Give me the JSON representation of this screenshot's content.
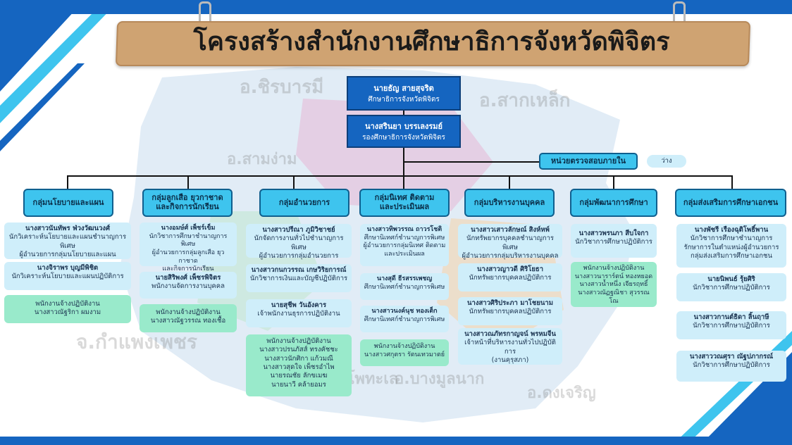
{
  "colors": {
    "navy": "#1565c0",
    "group": "#3ec4ee",
    "card": "#cfeefa",
    "staff": "#99eacb",
    "banner": "#cfa372"
  },
  "title": "โครงสร้างสำนักงานศึกษาธิการจังหวัดพิจิตร",
  "watermarks": [
    "อ.ชิรบารมี",
    "อ.สากเหล็ก",
    "อ.สามง่าม",
    "อ.โพทะเล",
    "อ.บางมูลนาก",
    "อ.ดงเจริญ",
    "จ.กำแพงเพชร"
  ],
  "director": {
    "name": "นายธัญ สายสุจริต",
    "title": "ศึกษาธิการจังหวัดพิจิตร"
  },
  "deputy": {
    "name": "นางสรินยา บรรเลงรมย์",
    "title": "รองศึกษาธิการจังหวัดพิจิตร"
  },
  "audit": {
    "label": "หน่วยตรวจสอบภายใน",
    "status": "ว่าง"
  },
  "groups": [
    {
      "name": "กลุ่มนโยบายและแผน",
      "cards": [
        {
          "name": "นางสาวนันทัพร ฟ่วงวัฒนวงศ์",
          "lines": [
            "นักวิเคราะห์นโยบายและแผนชำนาญการพิเศษ",
            "ผู้อำนวยการกลุ่มนโยบายและแผน"
          ]
        },
        {
          "name": "นางจิราพร บุญมีพิชิต",
          "lines": [
            "นักวิเคราะห์นโยบายและแผนปฏิบัติการ"
          ]
        }
      ],
      "staff": [
        "พนักงานจ้างปฏิบัติงาน",
        "นางสาวณัฐริกา ผมงาม"
      ]
    },
    {
      "name": "กลุ่มลูกเสือ ยุวกาชาด และกิจการนักเรียน",
      "cards": [
        {
          "name": "นางอมษ์ศ์ เพ็ชร์เข็ม",
          "lines": [
            "นักวิชาการศึกษาชำนาญการพิเศษ",
            "ผู้อำนวยการกลุ่มลูกเสือ ยุวกาชาด",
            "และกิจการนักเรียน"
          ]
        },
        {
          "name": "นายสิริพงศ์ เพ็ชรพิจิตร",
          "lines": [
            "พนักงานจัดการงานบุคคล"
          ]
        }
      ],
      "staff": [
        "พนักงานจ้างปฏิบัติงาน",
        "นางสาวณัฐวรรณ ทองเชื้อ"
      ]
    },
    {
      "name": "กลุ่มอำนวยการ",
      "cards": [
        {
          "name": "นางสาวปรีณา ภูมิวิชาชย์",
          "lines": [
            "นักจัดการงานทั่วไปชำนาญการพิเศษ",
            "ผู้อำนวยการกลุ่มอำนวยการ"
          ]
        },
        {
          "name": "นางสาวกนกวรรณ เกษวิริยการณ์",
          "lines": [
            "นักวิชาการเงินและบัญชีปฏิบัติการ"
          ]
        },
        {
          "name": "นายสุชีพ วันอังคาร",
          "lines": [
            "เจ้าพนักงานธุรการปฏิบัติงาน"
          ]
        }
      ],
      "staff": [
        "พนักงานจ้างปฏิบัติงาน",
        "นางสาวปรนภัสส์ ทรงคัชชะ",
        "นางสาวนักศิกา แก้วมณี",
        "นางสาวสุดใจ เพ็ชรอำไพ",
        "นายรณชัย ลักขเมฆ",
        "นายนาวี คล้ายอมร"
      ]
    },
    {
      "name": "กลุ่มนิเทศ ติดตาม และประเมินผล",
      "cards": [
        {
          "name": "นางสาวทิพวรรณ ถาวรโชติ",
          "lines": [
            "ศึกษานิเทศก์ชำนาญการพิเศษ",
            "ผู้อำนวยการกลุ่มนิเทศ ติดตาม",
            "และประเมินผล"
          ]
        },
        {
          "name": "นางสุดี ธีรสรรเพชญ",
          "lines": [
            "ศึกษานิเทศก์ชำนาญการพิเศษ"
          ]
        },
        {
          "name": "นางสาวนงค์นุช ทองเต็ก",
          "lines": [
            "ศึกษานิเทศก์ชำนาญการพิเศษ"
          ]
        }
      ],
      "staff": [
        "พนักงานจ้างปฏิบัติงาน",
        "นางสาวศกุตรา รัตนเทวมาตย์"
      ]
    },
    {
      "name": "กลุ่มบริหารงานบุคคล",
      "cards": [
        {
          "name": "นางสาวเสาวลักษณ์ สิงห์หพ์",
          "lines": [
            "นักทรัพยากรบุคคลชำนาญการพิเศษ",
            "ผู้อำนวยการกลุ่มบริหารงานบุคคล"
          ]
        },
        {
          "name": "นางสาวญาวดี ศิริโยธา",
          "lines": [
            "นักทรัพยากรบุคคลปฏิบัติการ"
          ]
        },
        {
          "name": "นางสาวศิริประภา มาโชยนาม",
          "lines": [
            "นักทรัพยากรบุคคลปฏิบัติการ"
          ]
        },
        {
          "name": "นางสาวณภัทรกาญจน์ พรหมจีน",
          "lines": [
            "เจ้าหน้าที่บริหารงานทั่วไปปฏิบัติการ",
            "(งานคุรุสภา)"
          ]
        }
      ],
      "staff": []
    },
    {
      "name": "กลุ่มพัฒนาการศึกษา",
      "cards": [
        {
          "name": "นางสาวพรนภา สีบใจกา",
          "lines": [
            "นักวิชาการศึกษาปฏิบัติการ"
          ]
        }
      ],
      "staff": [
        "พนักงานจ้างปฏิบัติงาน",
        "นางสาวนาราร์ตน์ ทองหยอด",
        "นางสาวน้ำหนึ่ง เจียรฤทธิ์",
        "นางสาวณัฏฐณิชา สุวรรณโณ"
      ]
    },
    {
      "name": "กลุ่มส่งเสริมการศึกษาเอกชน",
      "cards": [
        {
          "name": "นางพัชรี เรืองฉุติโพธิ์พาน",
          "lines": [
            "นักวิชาการศึกษาชำนาญการ",
            "รักษาการในตำแหน่งผู้อำนวยการ",
            "กลุ่มส่งเสริมการศึกษาเอกชน"
          ]
        },
        {
          "name": "นายนิพนธ์ รุ้ยศิริ",
          "lines": [
            "นักวิชาการศึกษาปฏิบัติการ"
          ]
        },
        {
          "name": "นางสาวกานต์ธิดา ลิ้นฤาษี",
          "lines": [
            "นักวิชาการศึกษาปฏิบัติการ"
          ]
        },
        {
          "name": "นางสาววณศุรา ณัฐปภากรณ์",
          "lines": [
            "นักวิชาการศึกษาปฏิบัติการ"
          ]
        }
      ],
      "staff": []
    }
  ]
}
